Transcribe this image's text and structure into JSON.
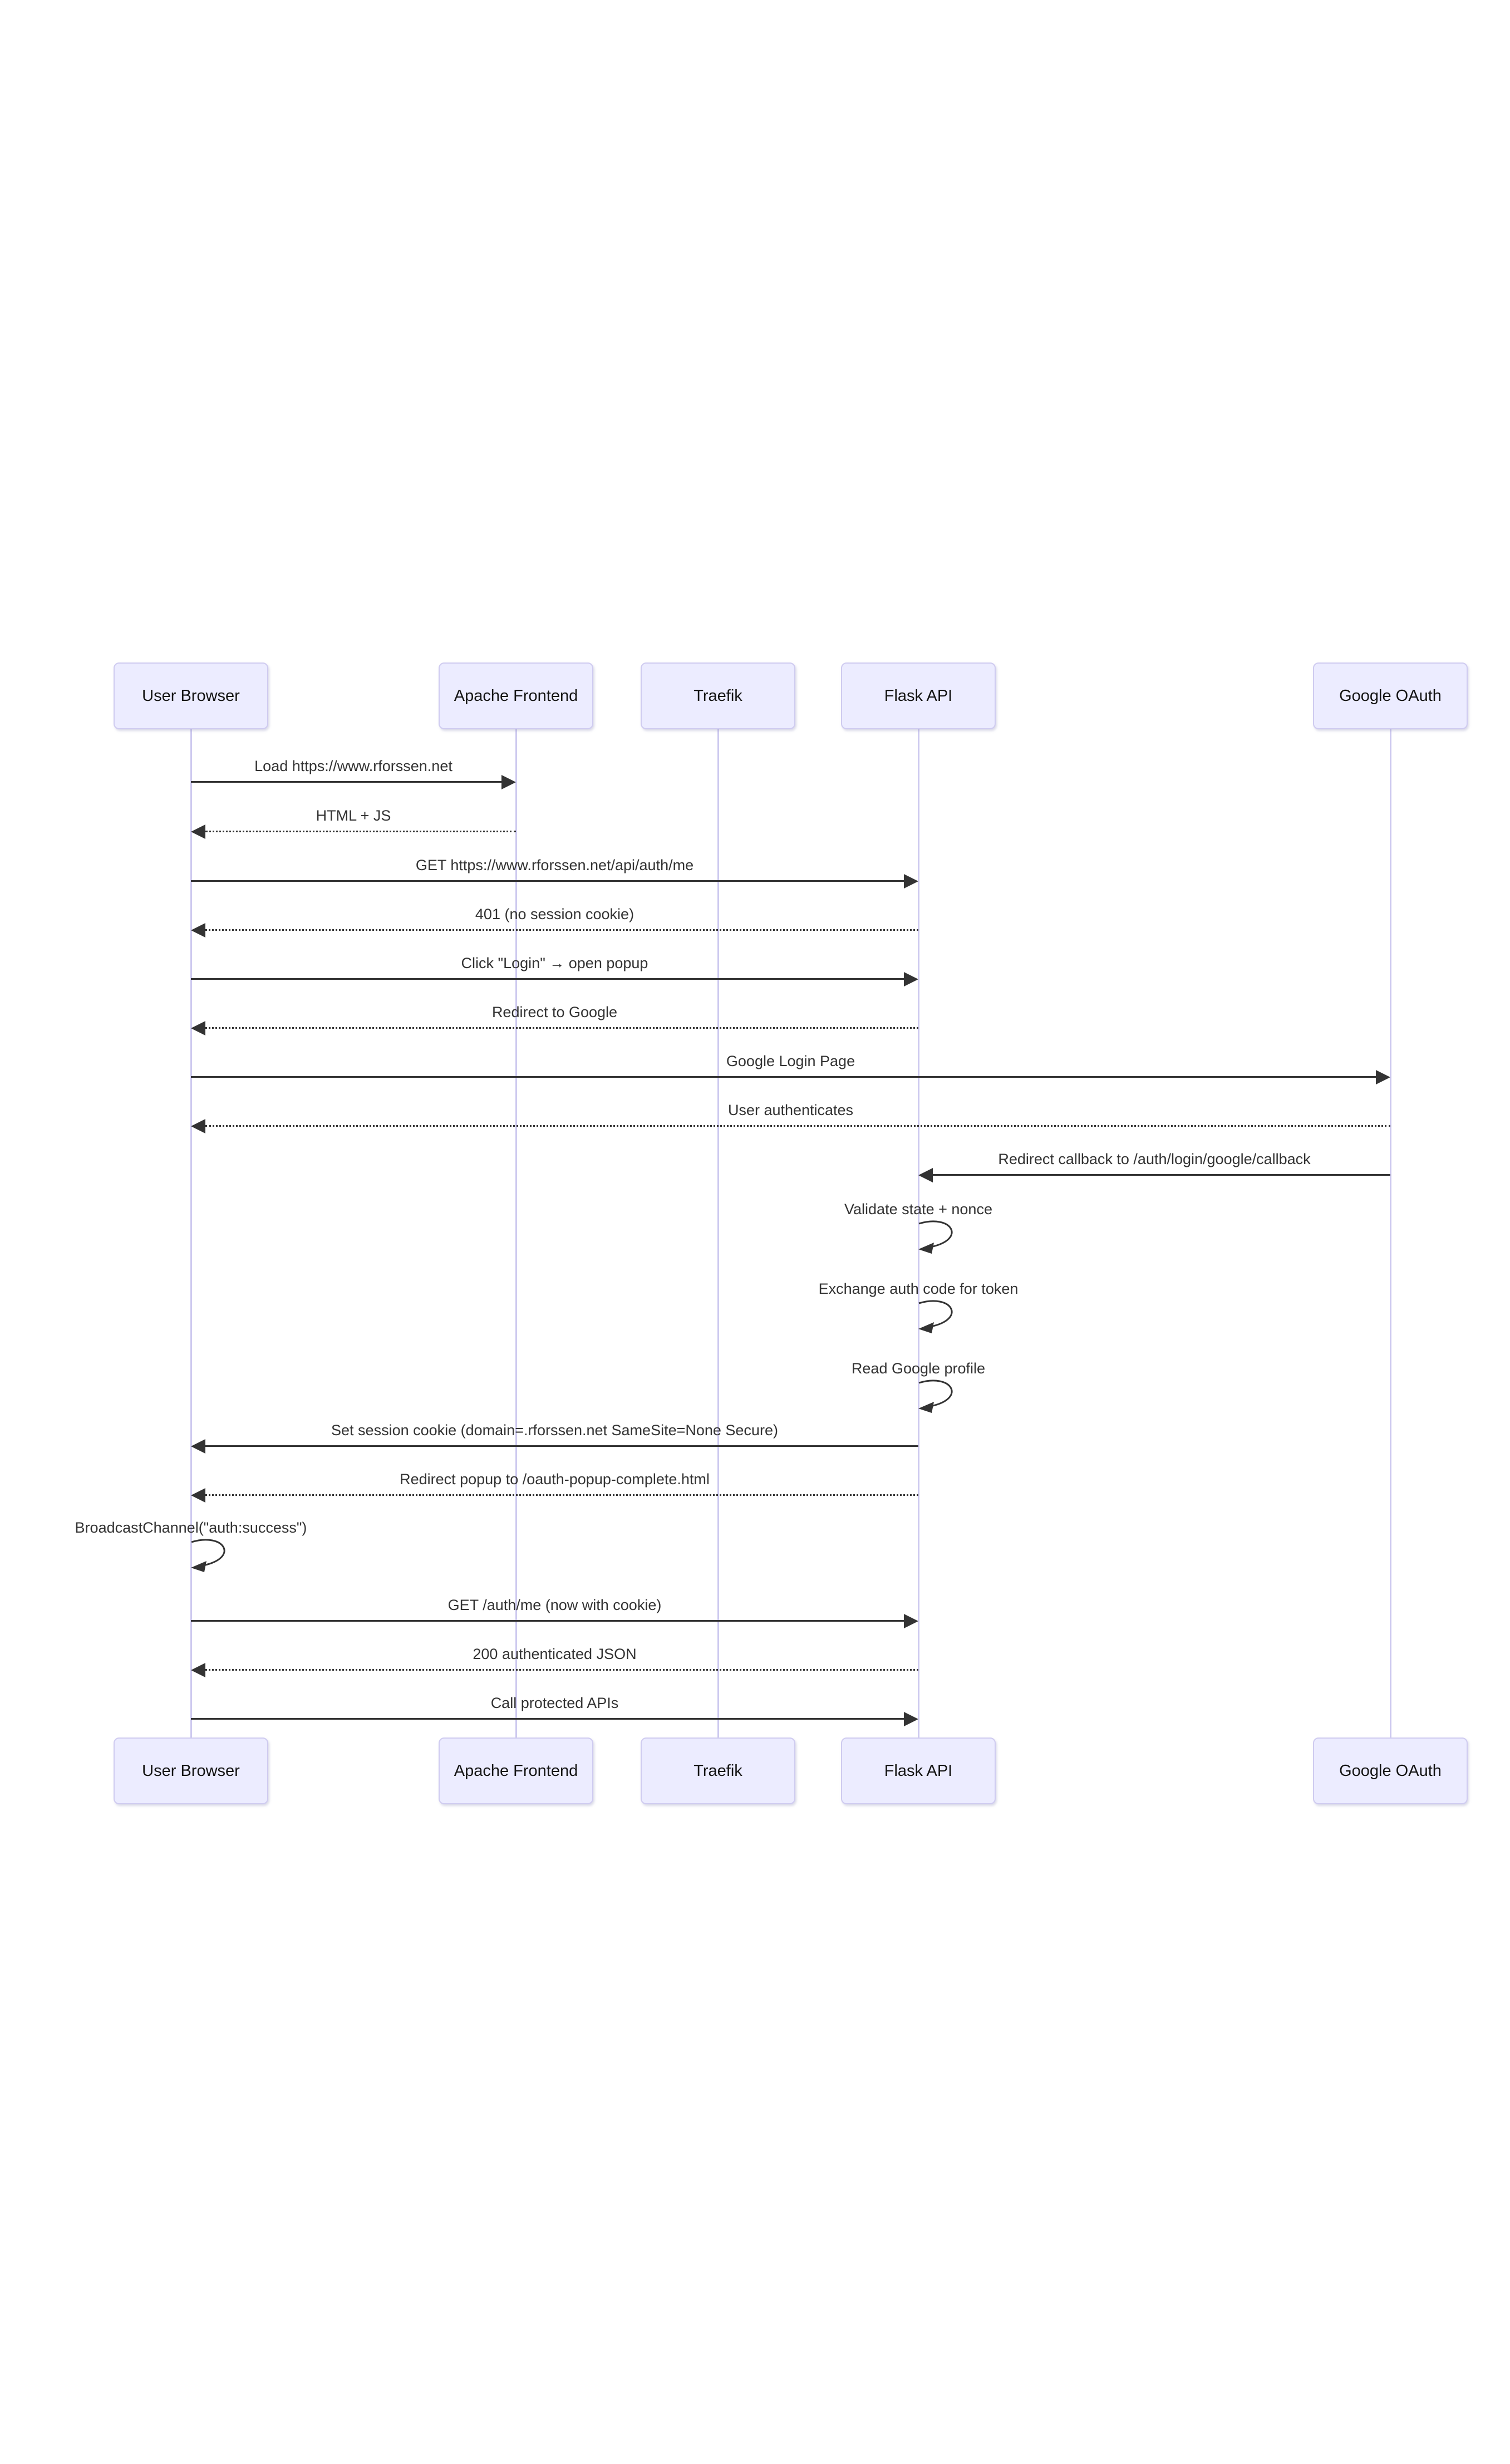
{
  "diagram": {
    "type": "sequence-diagram",
    "colors": {
      "background": "#ffffff",
      "actor_fill": "#ECECFF",
      "actor_border": "#cfcbf0",
      "lifeline": "#cdc9ef",
      "arrow": "#333333",
      "text": "#333333"
    },
    "actors": [
      {
        "id": "user-browser",
        "label": "User Browser"
      },
      {
        "id": "apache-frontend",
        "label": "Apache Frontend"
      },
      {
        "id": "traefik",
        "label": "Traefik"
      },
      {
        "id": "flask-api",
        "label": "Flask API"
      },
      {
        "id": "google-oauth",
        "label": "Google OAuth"
      }
    ],
    "messages": [
      {
        "from": 0,
        "to": 1,
        "kind": "message",
        "style": "solid",
        "text": "Load https://www.rforssen.net"
      },
      {
        "from": 1,
        "to": 0,
        "kind": "message",
        "style": "dotted",
        "text": "HTML + JS"
      },
      {
        "from": 0,
        "to": 3,
        "kind": "message",
        "style": "solid",
        "text": "GET https://www.rforssen.net/api/auth/me"
      },
      {
        "from": 3,
        "to": 0,
        "kind": "message",
        "style": "dotted",
        "text": "401 (no session cookie)"
      },
      {
        "from": 0,
        "to": 3,
        "kind": "message",
        "style": "solid",
        "text": "Click \"Login\" → open popup"
      },
      {
        "from": 3,
        "to": 0,
        "kind": "message",
        "style": "dotted",
        "text": "Redirect to Google"
      },
      {
        "from": 0,
        "to": 4,
        "kind": "message",
        "style": "solid",
        "text": "Google Login Page"
      },
      {
        "from": 4,
        "to": 0,
        "kind": "message",
        "style": "dotted",
        "text": "User authenticates"
      },
      {
        "from": 4,
        "to": 3,
        "kind": "message",
        "style": "solid",
        "text": "Redirect callback to /auth/login/google/callback"
      },
      {
        "from": 3,
        "to": 3,
        "kind": "self",
        "style": "solid",
        "text": "Validate state + nonce"
      },
      {
        "from": 3,
        "to": 3,
        "kind": "self",
        "style": "solid",
        "text": "Exchange auth code for token"
      },
      {
        "from": 3,
        "to": 3,
        "kind": "self",
        "style": "solid",
        "text": "Read Google profile"
      },
      {
        "from": 3,
        "to": 0,
        "kind": "message",
        "style": "solid",
        "text": "Set session cookie (domain=.rforssen.net SameSite=None Secure)"
      },
      {
        "from": 3,
        "to": 0,
        "kind": "message",
        "style": "dotted",
        "text": "Redirect popup to /oauth-popup-complete.html"
      },
      {
        "from": 0,
        "to": 0,
        "kind": "self",
        "style": "solid",
        "text": "BroadcastChannel(\"auth:success\")"
      },
      {
        "from": 0,
        "to": 3,
        "kind": "message",
        "style": "solid",
        "text": "GET /auth/me (now with cookie)"
      },
      {
        "from": 3,
        "to": 0,
        "kind": "message",
        "style": "dotted",
        "text": "200 authenticated JSON"
      },
      {
        "from": 0,
        "to": 3,
        "kind": "message",
        "style": "solid",
        "text": "Call protected APIs"
      }
    ]
  }
}
